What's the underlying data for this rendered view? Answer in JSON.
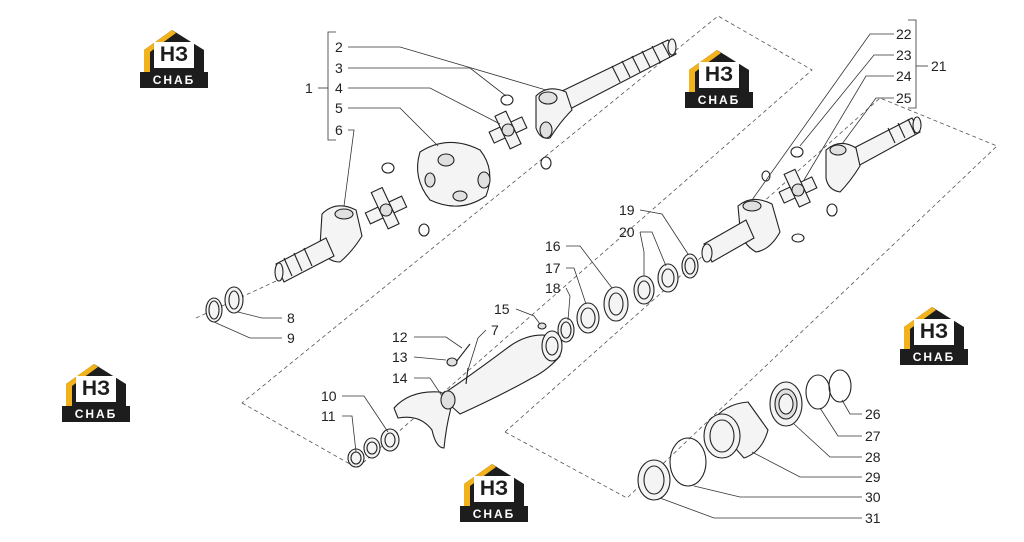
{
  "watermark": {
    "mark": "НЗ",
    "text": "СНАБ",
    "accent": "#f2b21b",
    "dark": "#1d1d1d"
  },
  "callouts": [
    "1",
    "2",
    "3",
    "4",
    "5",
    "6",
    "7",
    "8",
    "9",
    "10",
    "11",
    "12",
    "13",
    "14",
    "15",
    "16",
    "17",
    "18",
    "19",
    "20",
    "21",
    "22",
    "23",
    "24",
    "25",
    "26",
    "27",
    "28",
    "29",
    "30",
    "31"
  ]
}
